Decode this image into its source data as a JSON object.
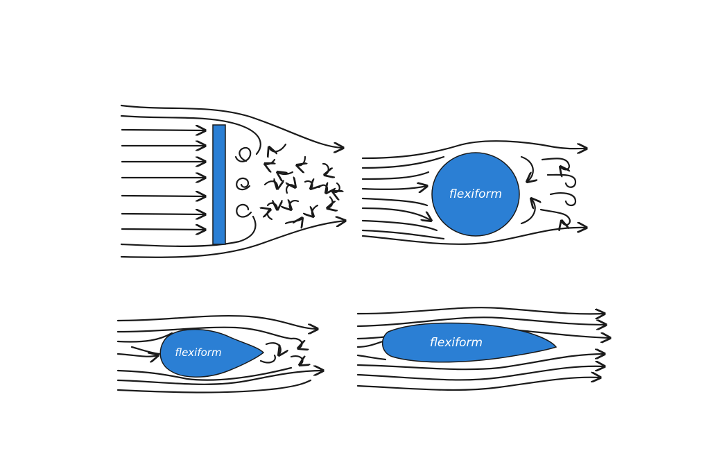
{
  "colors": {
    "body_fill": "#2b7fd4",
    "ink": "#1a1a1a",
    "label_text": "#ffffff",
    "background": "#ffffff"
  },
  "panels": [
    {
      "shape": "flat-plate",
      "label": ""
    },
    {
      "shape": "circle",
      "label": "flexiform"
    },
    {
      "shape": "teardrop",
      "label": "flexiform"
    },
    {
      "shape": "streamlined",
      "label": "flexiform"
    }
  ]
}
